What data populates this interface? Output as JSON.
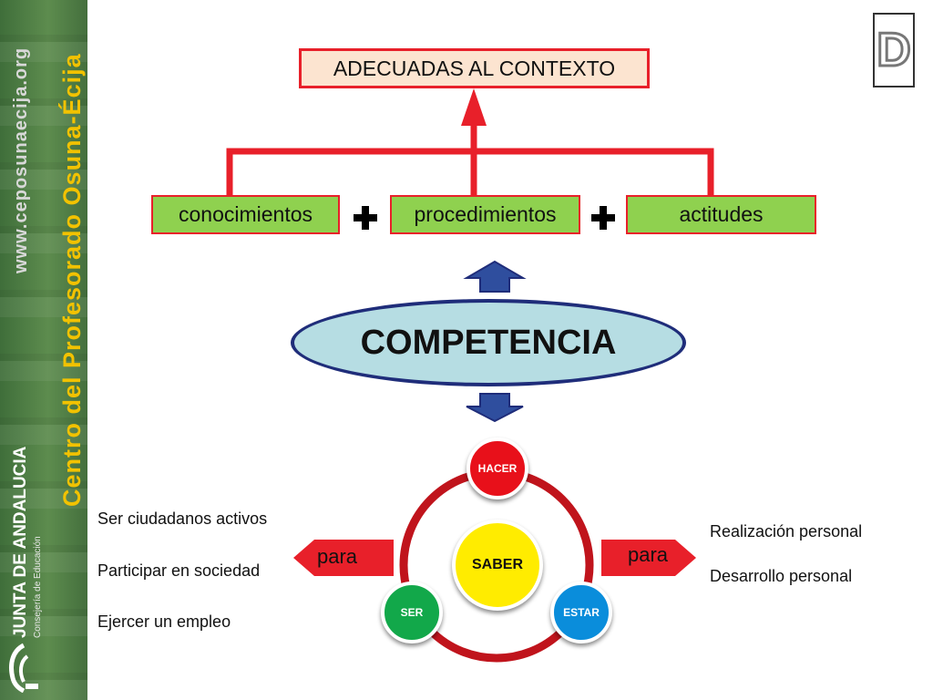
{
  "sidebar": {
    "url": "www.ceposunaecija.org",
    "centro": "Centro del Profesorado Osuna-Écija",
    "junta_title": "JUNTA DE ANDALUCIA",
    "junta_subtitle": "Consejería de Educación"
  },
  "badge": {
    "letter": "D"
  },
  "top_box": "ADECUADAS AL CONTEXTO",
  "components": [
    "conocimientos",
    "procedimientos",
    "actitudes"
  ],
  "center": "COMPETENCIA",
  "cycle": {
    "hacer": "HACER",
    "saber": "SABER",
    "ser": "SER",
    "estar": "ESTAR"
  },
  "para_left": "para",
  "para_right": "para",
  "left_list": [
    "Ser ciudadanos activos",
    "Participar en sociedad",
    "Ejercer un empleo"
  ],
  "right_list": [
    "Realización personal",
    "Desarrollo personal"
  ],
  "colors": {
    "red": "#e8202a",
    "green": "#8fd14f",
    "navy": "#1f2d7a",
    "ellipse": "#b6dde3"
  }
}
